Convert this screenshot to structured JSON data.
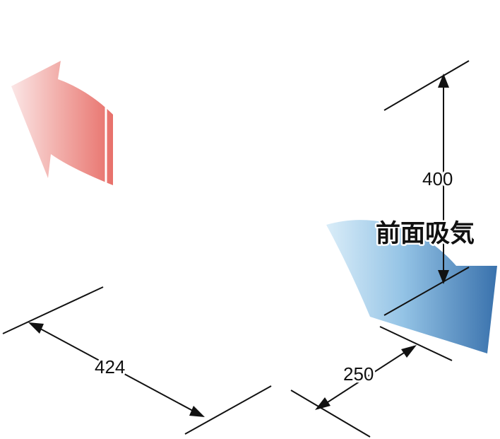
{
  "dimensions": {
    "height": "400",
    "width": "424",
    "depth": "250"
  },
  "labels": {
    "front_intake": "前面吸気"
  },
  "colors": {
    "exhaust_arrow": "#e8706a",
    "intake_arrow": "#2f6aa8",
    "unit_body": "#000000",
    "outline": "#ffffff"
  },
  "icons": {
    "exhaust": "exhaust-airflow-arrow-icon",
    "intake": "intake-airflow-arrow-icon"
  }
}
